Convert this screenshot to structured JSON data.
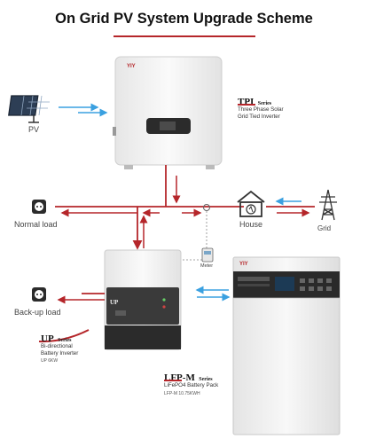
{
  "title": "On Grid PV System Upgrade Scheme",
  "pv_label": "PV",
  "normal_load_label": "Normal load",
  "backup_load_label": "Back-up load",
  "house_label": "House",
  "grid_label": "Grid",
  "meter_label": "Meter",
  "tpi": {
    "brand": "YIY",
    "series_name": "TPI",
    "series_tag": "Series",
    "desc_line1": "Three Phase Solar",
    "desc_line2": "Grid Tied Inverter"
  },
  "up": {
    "series_name": "UP",
    "series_tag": "Series",
    "desc_line1": "Bi-directional",
    "desc_line2": "Battery Inverter",
    "model": "UP 6KW"
  },
  "lfp": {
    "brand": "YIY",
    "series_name": "LFP-M",
    "series_tag": "Series",
    "desc": "LiFePO4 Battery Pack",
    "model": "LFP-M 10.75KWH"
  },
  "colors": {
    "accent_red": "#b5262a",
    "arrow_blue": "#3aa0e0",
    "inverter_body": "#f2f2f2",
    "dark_panel": "#2b2b2b"
  }
}
